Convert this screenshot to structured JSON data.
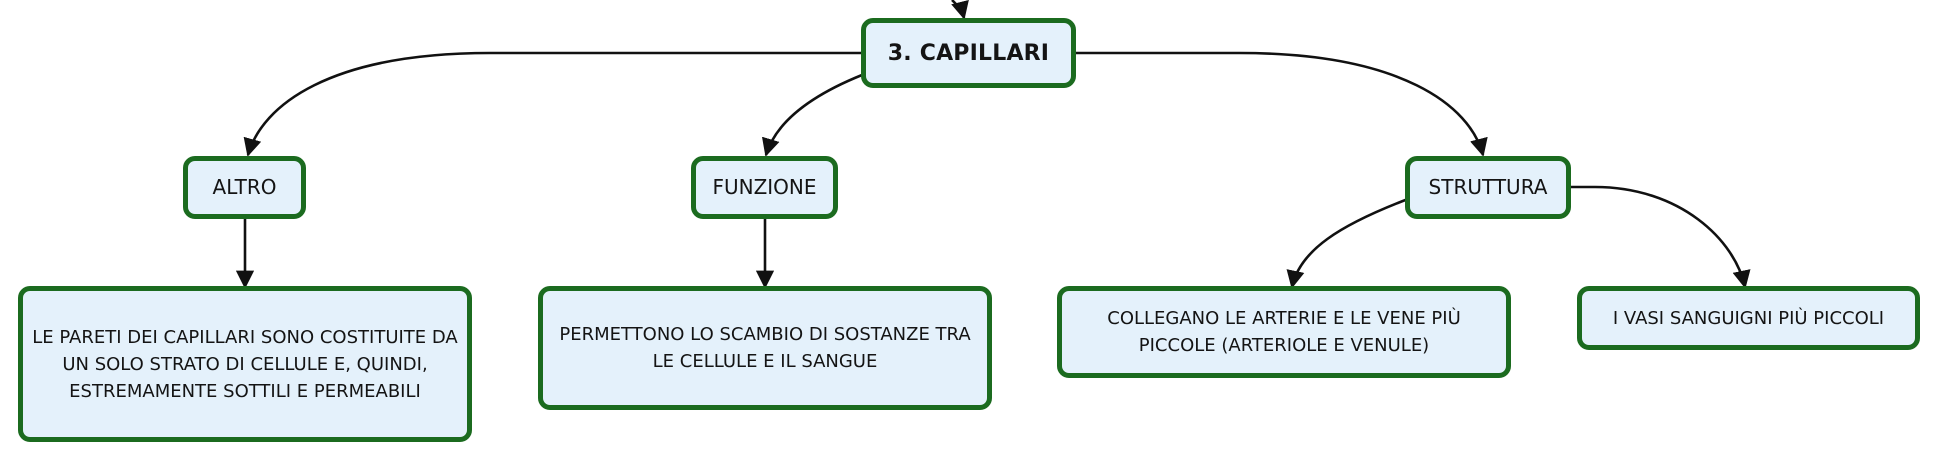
{
  "diagram": {
    "root": {
      "label": "3. CAPILLARI"
    },
    "branches": [
      {
        "label": "ALTRO",
        "children": [
          "LE PARETI DEI CAPILLARI SONO COSTITUITE DA UN SOLO STRATO DI CELLULE E, QUINDI, ESTREMAMENTE SOTTILI E PERMEABILI"
        ]
      },
      {
        "label": "FUNZIONE",
        "children": [
          "PERMETTONO LO SCAMBIO DI SOSTANZE TRA LE CELLULE E IL SANGUE"
        ]
      },
      {
        "label": "STRUTTURA",
        "children": [
          "COLLEGANO LE ARTERIE E LE VENE PIÙ PICCOLE (ARTERIOLE E VENULE)",
          "I VASI SANGUIGNI PIÙ PICCOLI"
        ]
      }
    ]
  },
  "colors": {
    "node_border": "#1b6b1f",
    "node_fill": "#e4f1fb",
    "connector": "#111111"
  }
}
